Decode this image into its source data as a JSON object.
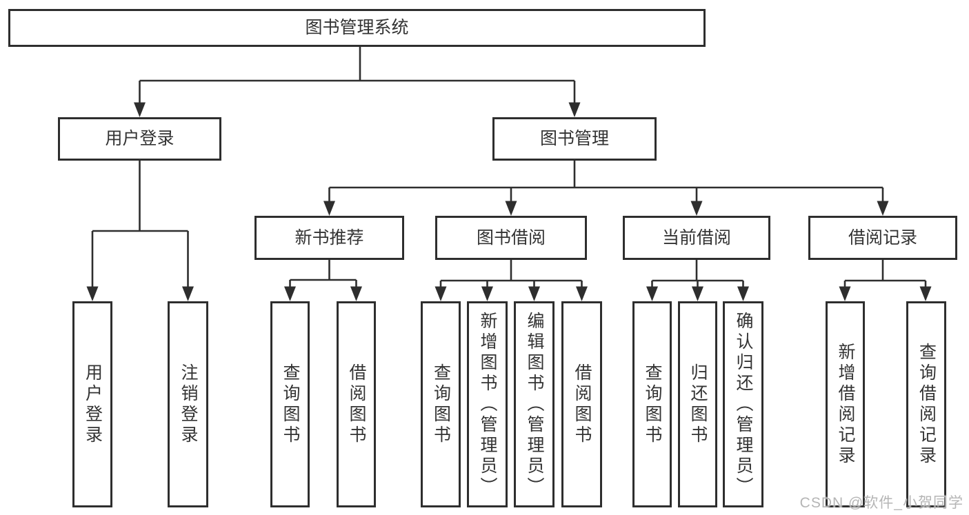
{
  "colors": {
    "stroke": "#2e2e2e",
    "text": "#333333",
    "background": "#ffffff",
    "watermark": "#b5b5b5"
  },
  "watermark": {
    "text": "CSDN @软件_小贺同学"
  },
  "tree": {
    "label": "图书管理系统",
    "children": [
      {
        "label": "用户登录",
        "children": [
          {
            "label": "用户登录"
          },
          {
            "label": "注销登录"
          }
        ]
      },
      {
        "label": "图书管理",
        "children": [
          {
            "label": "新书推荐",
            "children": [
              {
                "label": "查询图书"
              },
              {
                "label": "借阅图书"
              }
            ]
          },
          {
            "label": "图书借阅",
            "children": [
              {
                "label": "查询图书"
              },
              {
                "label": "新增图书（管理员）"
              },
              {
                "label": "编辑图书（管理员）"
              },
              {
                "label": "借阅图书"
              }
            ]
          },
          {
            "label": "当前借阅",
            "children": [
              {
                "label": "查询图书"
              },
              {
                "label": "归还图书"
              },
              {
                "label": "确认归还（管理员）"
              }
            ]
          },
          {
            "label": "借阅记录",
            "children": [
              {
                "label": "新增借阅记录"
              },
              {
                "label": "查询借阅记录"
              }
            ]
          }
        ]
      }
    ]
  }
}
